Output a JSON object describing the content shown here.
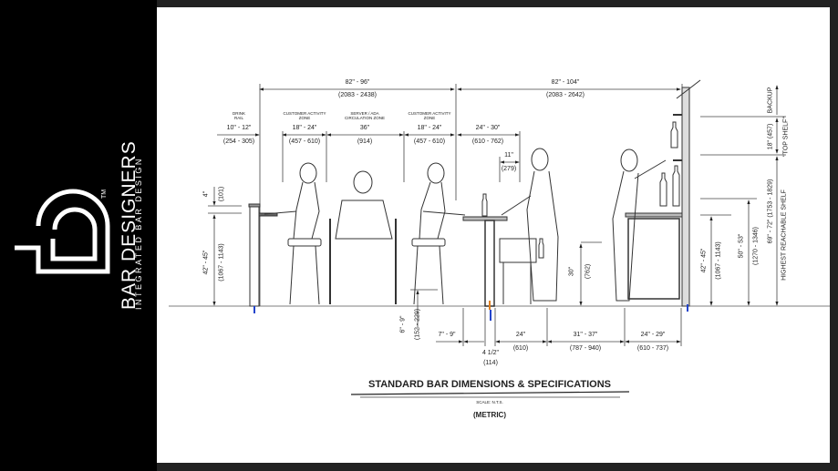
{
  "brand": {
    "name": "BAR DESIGNERS",
    "tagline": "INTEGRATED BAR DESIGN",
    "trademark": "TM",
    "logo_icon": "bd-monogram-icon"
  },
  "drawing": {
    "title": "STANDARD BAR DIMENSIONS & SPECIFICATIONS",
    "scale": "SCALE: N.T.S.",
    "units": "(METRIC)",
    "overall": [
      {
        "imperial": "82\" - 96\"",
        "metric": "(2083 - 2438)"
      },
      {
        "imperial": "82\" - 104\"",
        "metric": "(2083 - 2642)"
      }
    ],
    "zones": [
      {
        "label1": "DRINK",
        "label2": "RAIL",
        "imperial": "10\" - 12\"",
        "metric": "(254 - 305)"
      },
      {
        "label1": "CUSTOMER ACTIVITY",
        "label2": "ZONE",
        "imperial": "18\" - 24\"",
        "metric": "(457 - 610)"
      },
      {
        "label1": "SERVER / ADA",
        "label2": "CIRCULATION ZONE",
        "imperial": "36\"",
        "metric": "(914)"
      },
      {
        "label1": "CUSTOMER ACTIVITY",
        "label2": "ZONE",
        "imperial": "18\" - 24\"",
        "metric": "(457 - 610)"
      },
      {
        "label1": "",
        "label2": "",
        "imperial": "24\" - 30\"",
        "metric": "(610 - 762)"
      }
    ],
    "overhang": {
      "imperial": "11\"",
      "metric": "(279)"
    },
    "left_heights": [
      {
        "imperial": "4\"",
        "metric": "(101)"
      },
      {
        "imperial": "42\" - 45\"",
        "metric": "(1067 - 1143)"
      }
    ],
    "footrail": {
      "imperial": "6\" - 9\"",
      "metric": "(152 - 229)"
    },
    "worktop_height": {
      "imperial": "30\"",
      "metric": "(762)"
    },
    "bottom_dims": [
      {
        "imperial": "7\" - 9\"",
        "metric": ""
      },
      {
        "imperial": "4 1/2\"",
        "metric": "(114)"
      },
      {
        "imperial": "24\"",
        "metric": "(610)"
      },
      {
        "imperial": "31\" - 37\"",
        "metric": "(787 - 940)"
      },
      {
        "imperial": "24\" - 29\"",
        "metric": "(610 - 737)"
      }
    ],
    "right_heights": [
      {
        "imperial": "42\" - 45\"",
        "metric": "(1067 - 1143)"
      },
      {
        "imperial": "50\" - 53\"",
        "metric": "(1270 - 1346)"
      },
      {
        "imperial": "69\" - 72\" (1753 - 1829)",
        "metric": ""
      },
      {
        "imperial": "18\" (457)",
        "metric": ""
      }
    ],
    "right_labels": {
      "backup": "BACKUP",
      "top_shelf_1": "\"TOP",
      "top_shelf_2": "SHELF\"",
      "highest": "HIGHEST REACHABLE SHELF"
    }
  }
}
